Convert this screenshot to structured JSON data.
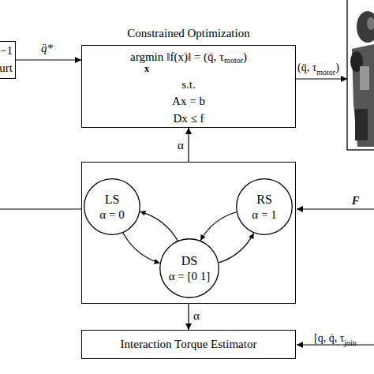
{
  "diagram": {
    "nodes": [
      {
        "text": [
          "−1",
          "urt"
        ]
      },
      {
        "text": [
          "Constrained Optimization",
          "argmin",
          "x",
          "‖f(x)‖ = (q̈, τ",
          "motor",
          ")",
          "s.t.",
          "Ax = b",
          "Dx ≤ f"
        ]
      },
      {
        "text": []
      },
      {
        "text": [
          "LS",
          "α = 0"
        ],
        "in": 2
      },
      {
        "text": [
          "RS",
          "α = 1"
        ],
        "in": 2
      },
      {
        "text": [
          "DS",
          "α = [0 1]"
        ],
        "in": 2
      },
      {
        "text": [
          "Interaction Torque Estimator"
        ]
      }
    ],
    "edges": [
      {
        "from": 0,
        "to": 1,
        "label": "q̈*",
        "arrow": "to"
      },
      {
        "from": 2,
        "to": 1,
        "label": "α",
        "arrow": "to"
      },
      {
        "from": 3,
        "to": 5,
        "arrow": "to"
      },
      {
        "from": 5,
        "to": 3,
        "arrow": "to"
      },
      {
        "from": 4,
        "to": 5,
        "arrow": "to"
      },
      {
        "from": 5,
        "to": 4,
        "arrow": "to"
      },
      {
        "from": 2,
        "to": 6,
        "label": "α",
        "arrow": "to"
      }
    ],
    "labels": [
      "(q̈, τ",
      "motor",
      ")",
      "F",
      "[q, q̇, τ",
      "join"
    ]
  }
}
